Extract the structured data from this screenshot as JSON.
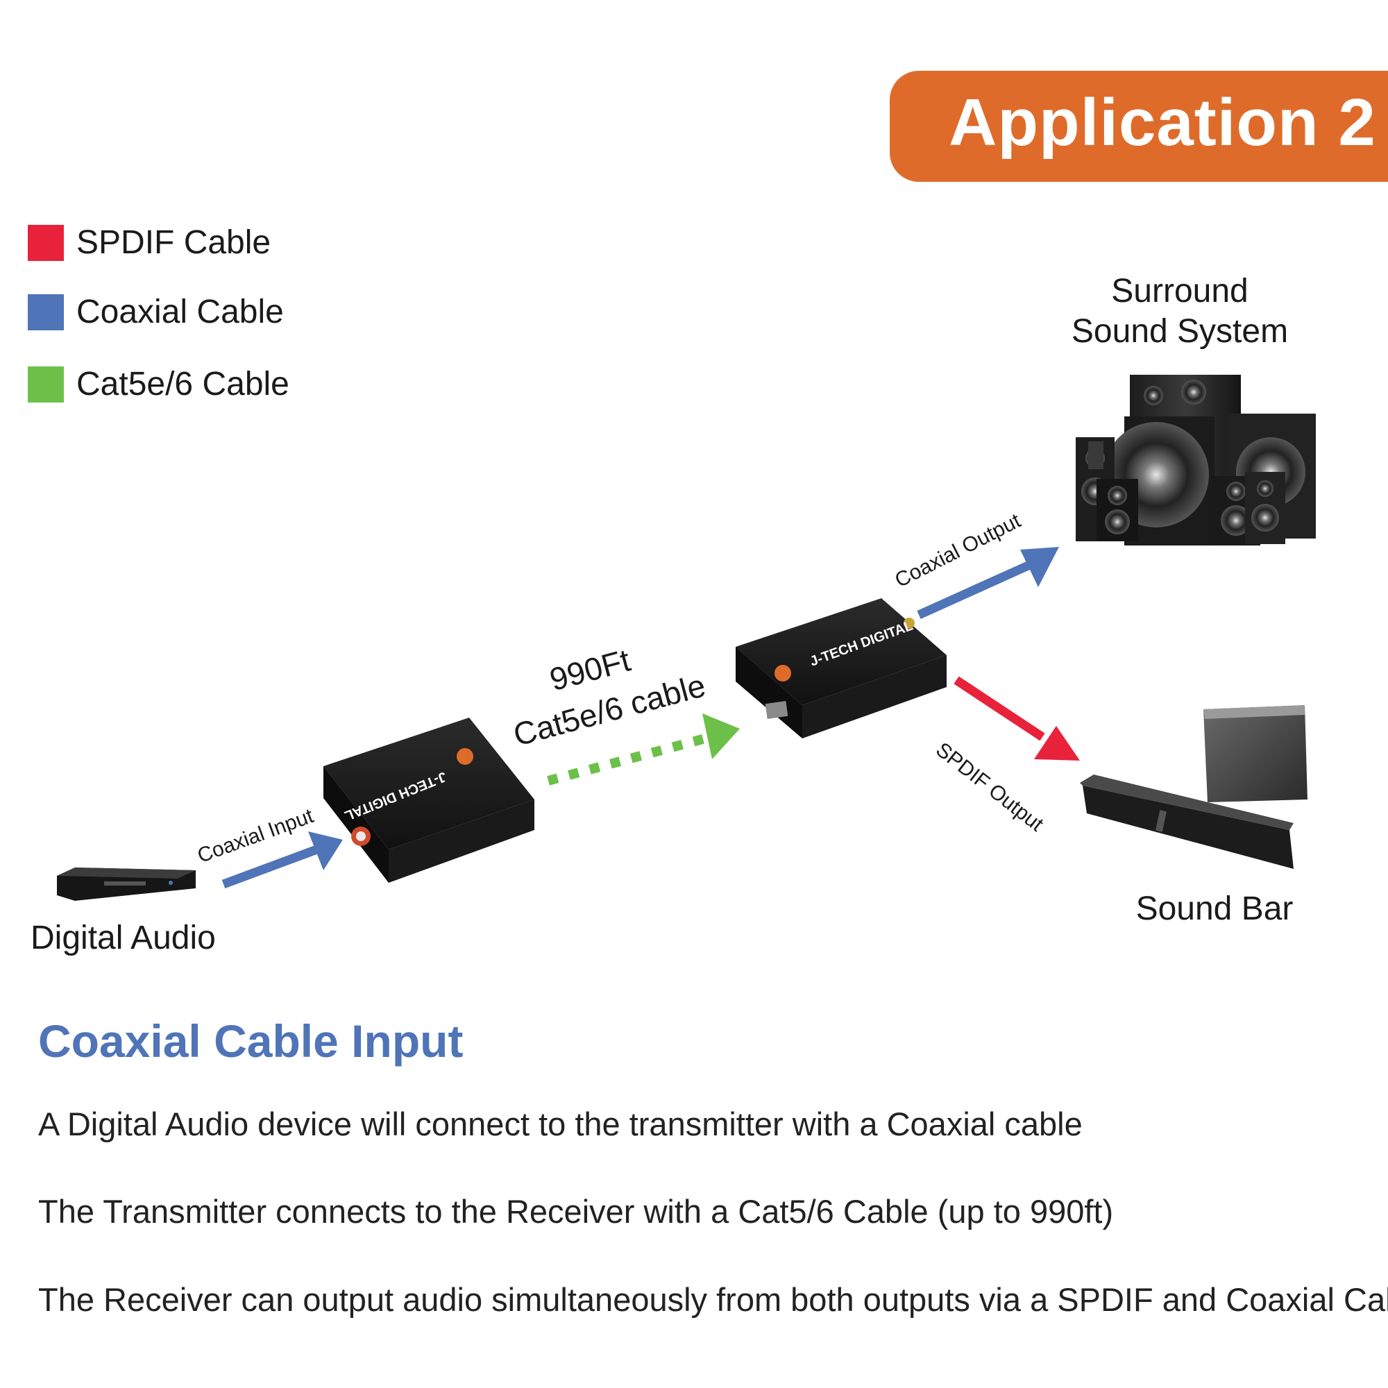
{
  "banner": {
    "title": "Application 2"
  },
  "legend": [
    {
      "label": "SPDIF Cable",
      "color": "#e8223a"
    },
    {
      "label": "Coaxial Cable",
      "color": "#4f74b8"
    },
    {
      "label": "Cat5e/6 Cable",
      "color": "#6cc04a"
    }
  ],
  "diagram": {
    "source_label": "Digital Audio",
    "coax_input_label": "Coaxial Input",
    "cable_length": "990Ft",
    "cable_type": "Cat5e/6 cable",
    "coax_output_label": "Coaxial Output",
    "spdif_output_label": "SPDIF Output",
    "surround_line1": "Surround",
    "surround_line2": "Sound System",
    "soundbar_label": "Sound Bar",
    "brand": "J-TECH DIGITAL"
  },
  "section": {
    "heading": "Coaxial Cable Input",
    "lines": [
      "A Digital Audio device will connect to the transmitter with a Coaxial cable",
      "The Transmitter connects to the Receiver with a Cat5/6 Cable (up to 990ft)",
      "The Receiver can output audio simultaneously from both outputs via a SPDIF and Coaxial Cable"
    ]
  }
}
